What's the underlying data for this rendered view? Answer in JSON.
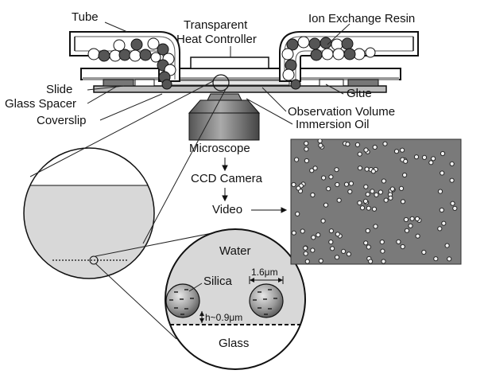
{
  "labels": {
    "tube": "Tube",
    "heat_controller_line1": "Transparent",
    "heat_controller_line2": "Heat Controller",
    "resin": "Ion Exchange Resin",
    "slide": "Slide",
    "glass_spacer": "Glass Spacer",
    "coverslip": "Coverslip",
    "glue": "Glue",
    "observation_volume": "Observation Volume",
    "immersion_oil": "Immersion Oil",
    "microscope": "Microscope",
    "ccd_camera": "CCD Camera",
    "video": "Video",
    "water": "Water",
    "silica": "Silica",
    "diameter": "1.6μm",
    "height": "h~0.9μm",
    "glass": "Glass"
  },
  "colors": {
    "bead_dark": "#555555",
    "bead_light": "#ffffff",
    "micrograph_bg": "#7a7a7a",
    "magnifier_fill": "#d8d8d8"
  }
}
